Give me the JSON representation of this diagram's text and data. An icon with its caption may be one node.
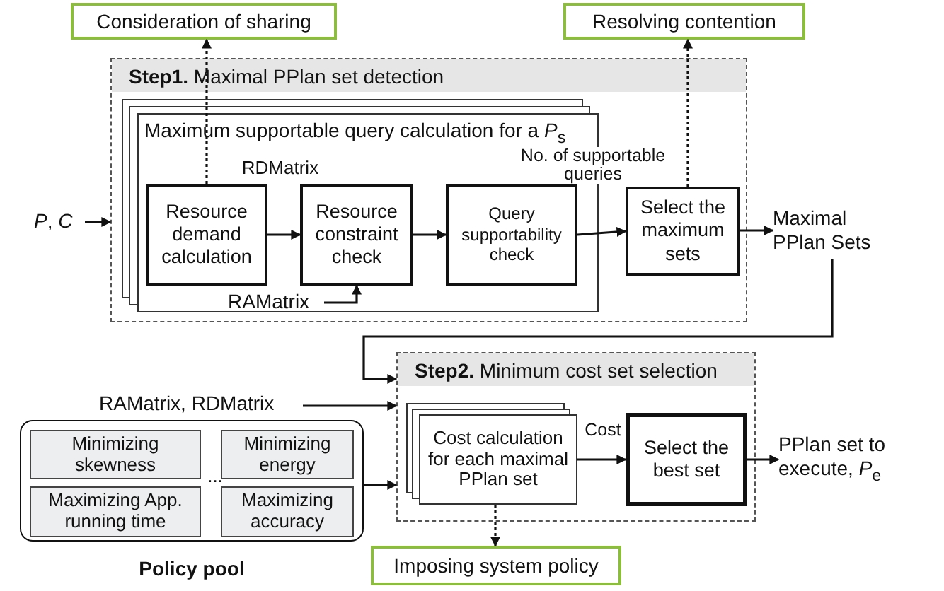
{
  "diagram": {
    "nodes": [
      {
        "text": [
          "**Step1.** Maximal PPlan set detection"
        ]
      },
      {
        "text": [
          "Maximum supportable query calculation for a *P*$_{s}$"
        ],
        "in": 0
      },
      {
        "text": [
          "Resource demand calculation"
        ],
        "in": 1
      },
      {
        "text": [
          "Resource constraint check"
        ],
        "in": 1
      },
      {
        "text": [
          "Query supportability check"
        ],
        "in": 1
      },
      {
        "text": [
          "Select the maximum sets"
        ],
        "in": 0
      },
      {
        "text": [
          "Consideration of sharing"
        ]
      },
      {
        "text": [
          "Resolving contention"
        ]
      },
      {
        "text": [
          "*P*, *C*"
        ]
      },
      {
        "text": [
          "Maximal PPlan Sets"
        ]
      },
      {
        "text": [
          "**Step2.** Minimum cost set selection"
        ]
      },
      {
        "text": [
          "Cost calculation for each maximal PPlan set"
        ],
        "in": 10
      },
      {
        "text": [
          "Select the best set"
        ],
        "in": 10
      },
      {
        "text": [
          "PPlan set to execute, *P*$_{e}$"
        ]
      },
      {
        "text": [
          "Imposing system policy"
        ]
      },
      {
        "text": [
          "RAMatrix, RDMatrix"
        ]
      },
      {
        "text": [
          "Policy pool"
        ]
      },
      {
        "text": [
          "Minimizing skewness"
        ],
        "in": 16
      },
      {
        "text": [
          "Minimizing energy"
        ],
        "in": 16
      },
      {
        "text": [
          "Maximizing App. running time"
        ],
        "in": 16
      },
      {
        "text": [
          "Maximizing accuracy"
        ],
        "in": 16
      },
      {
        "text": [
          "RAMatrix"
        ],
        "in": 1
      }
    ],
    "edges": [
      {
        "from": 8,
        "to": 0,
        "arrow": "to"
      },
      {
        "from": 2,
        "to": 3,
        "arrow": "to"
      },
      {
        "from": 3,
        "to": 4,
        "arrow": "to"
      },
      {
        "from": 4,
        "to": 5,
        "arrow": "to",
        "label": "No. of supportable queries"
      },
      {
        "from": 5,
        "to": 9,
        "arrow": "to"
      },
      {
        "from": 2,
        "to": 6,
        "arrow": "to",
        "style": "dashed"
      },
      {
        "from": 5,
        "to": 7,
        "arrow": "to",
        "style": "dashed"
      },
      {
        "from": 21,
        "to": 3,
        "arrow": "to"
      },
      {
        "from": 9,
        "to": 10,
        "arrow": "to"
      },
      {
        "from": 15,
        "to": 10,
        "arrow": "to"
      },
      {
        "from": 16,
        "to": 10,
        "arrow": "to"
      },
      {
        "from": 11,
        "to": 12,
        "arrow": "to",
        "label": "Cost"
      },
      {
        "from": 12,
        "to": 13,
        "arrow": "to"
      },
      {
        "from": 11,
        "to": 14,
        "arrow": "to",
        "style": "dashed"
      }
    ],
    "labels": [
      "RDMatrix",
      "..."
    ]
  }
}
